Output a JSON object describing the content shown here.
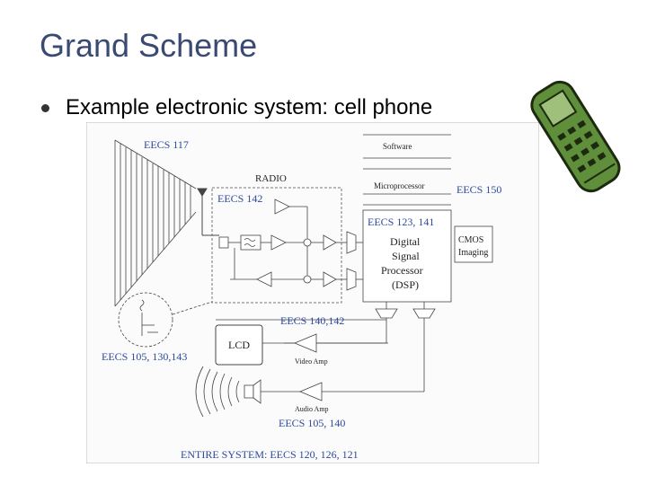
{
  "slide": {
    "title": "Grand Scheme",
    "bullet": "Example electronic system:  cell phone"
  },
  "diagram": {
    "eecs117": "EECS 117",
    "radio": "RADIO",
    "eecs142": "EECS 142",
    "software": "Software",
    "microprocessor": "Microprocessor",
    "eecs150": "EECS 150",
    "eecs123_141": "EECS 123, 141",
    "dsp_line1": "Digital",
    "dsp_line2": "Signal",
    "dsp_line3": "Processor",
    "dsp_line4": "(DSP)",
    "cmos_line1": "CMOS",
    "cmos_line2": "Imaging",
    "eecs140_142": "EECS 140,142",
    "lcd": "LCD",
    "eecs105_130_143": "EECS 105, 130,143",
    "video_amp": "Video Amp",
    "audio_amp": "Audio Amp",
    "eecs105_140": "EECS 105, 140",
    "entire_system": "ENTIRE SYSTEM:  EECS 120, 126, 121"
  },
  "colors": {
    "title": "#3b4a73",
    "diagram_label": "#2c4a9e",
    "phone_body": "#5f8f3a"
  }
}
